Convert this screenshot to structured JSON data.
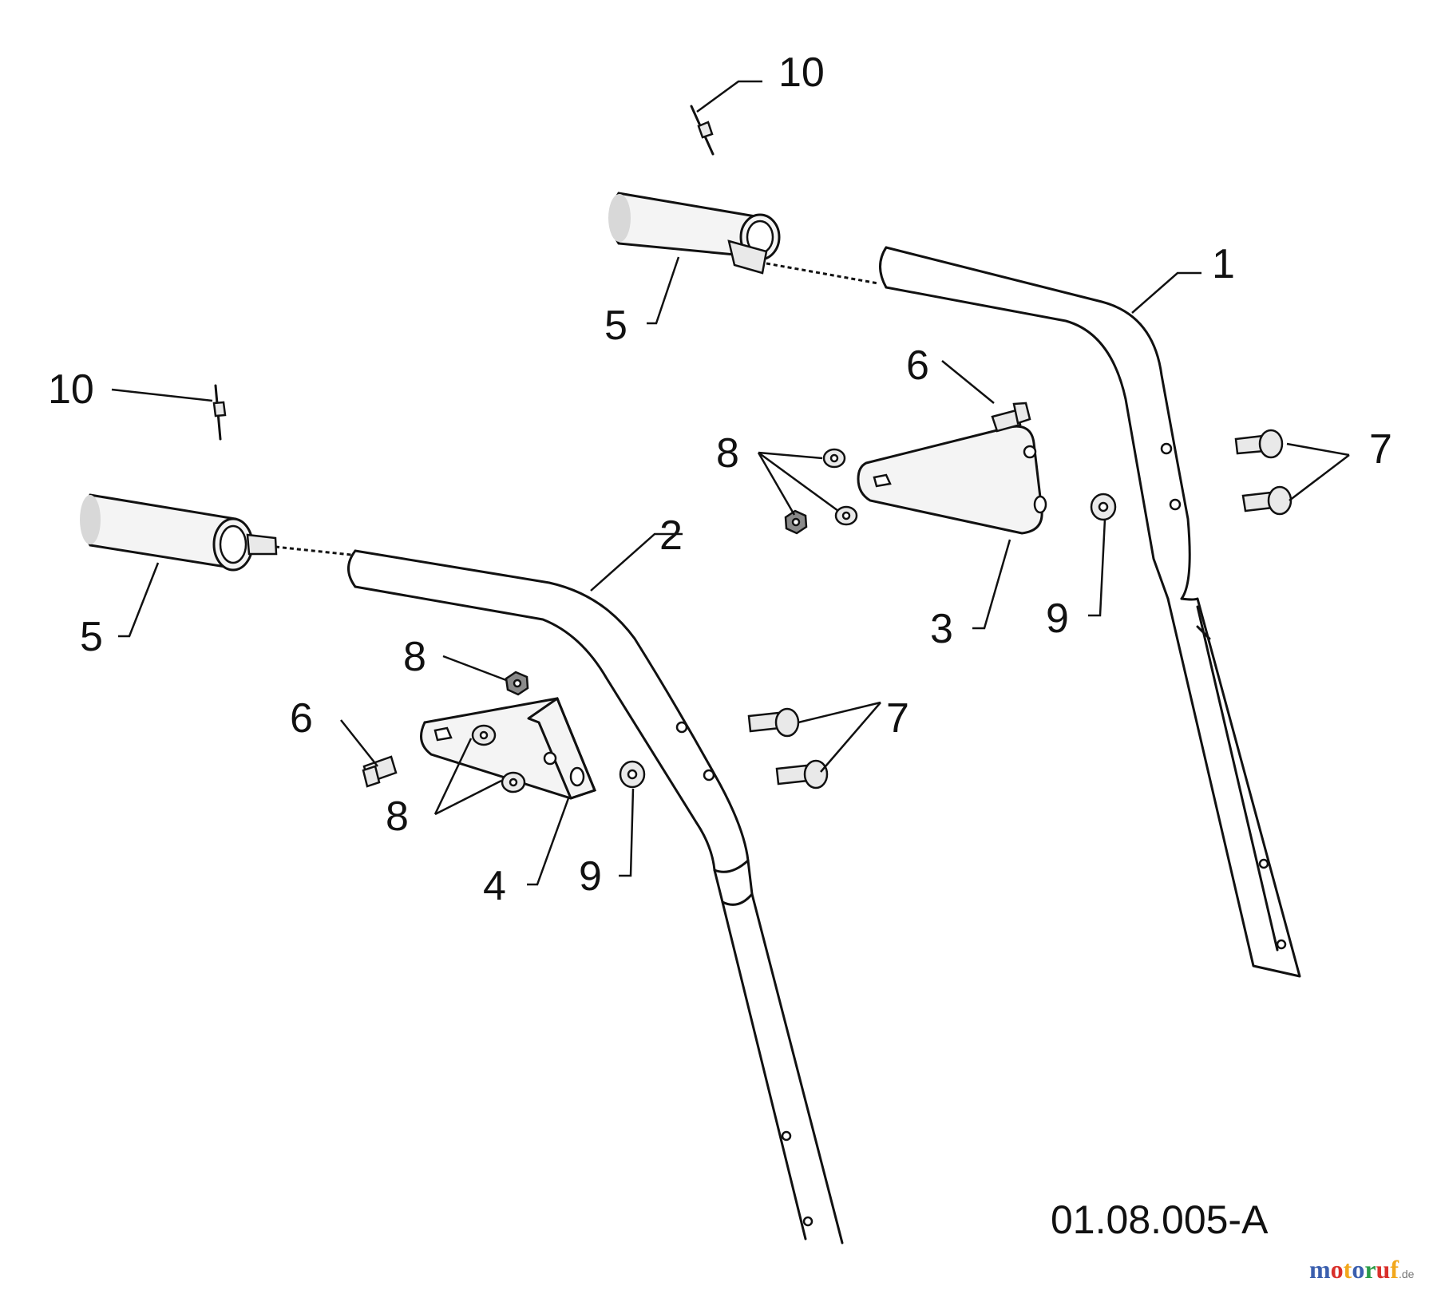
{
  "callouts": {
    "handle_upper": "1",
    "handle_lower": "2",
    "bracket_upper": "3",
    "bracket_lower": "4",
    "grip_upper": "5",
    "grip_lower": "5",
    "bolt_upper": "6",
    "bolt_lower": "6",
    "carriage_bolts_upper": "7",
    "carriage_bolts_lower": "7",
    "nuts_upper": "8",
    "nut_lower_top": "8",
    "nuts_lower_bottom": "8",
    "washer_upper": "9",
    "washer_lower": "9",
    "rivet_upper": "10",
    "rivet_lower": "10"
  },
  "reference_code": "01.08.005-A",
  "watermark": {
    "letters": [
      "m",
      "o",
      "t",
      "o",
      "r",
      "u",
      "f"
    ],
    "letter_colors": [
      "#3b5fae",
      "#d9302b",
      "#f2a81d",
      "#3b5fae",
      "#2b9c48",
      "#d9302b",
      "#f2a81d"
    ],
    "suffix": ".de"
  }
}
